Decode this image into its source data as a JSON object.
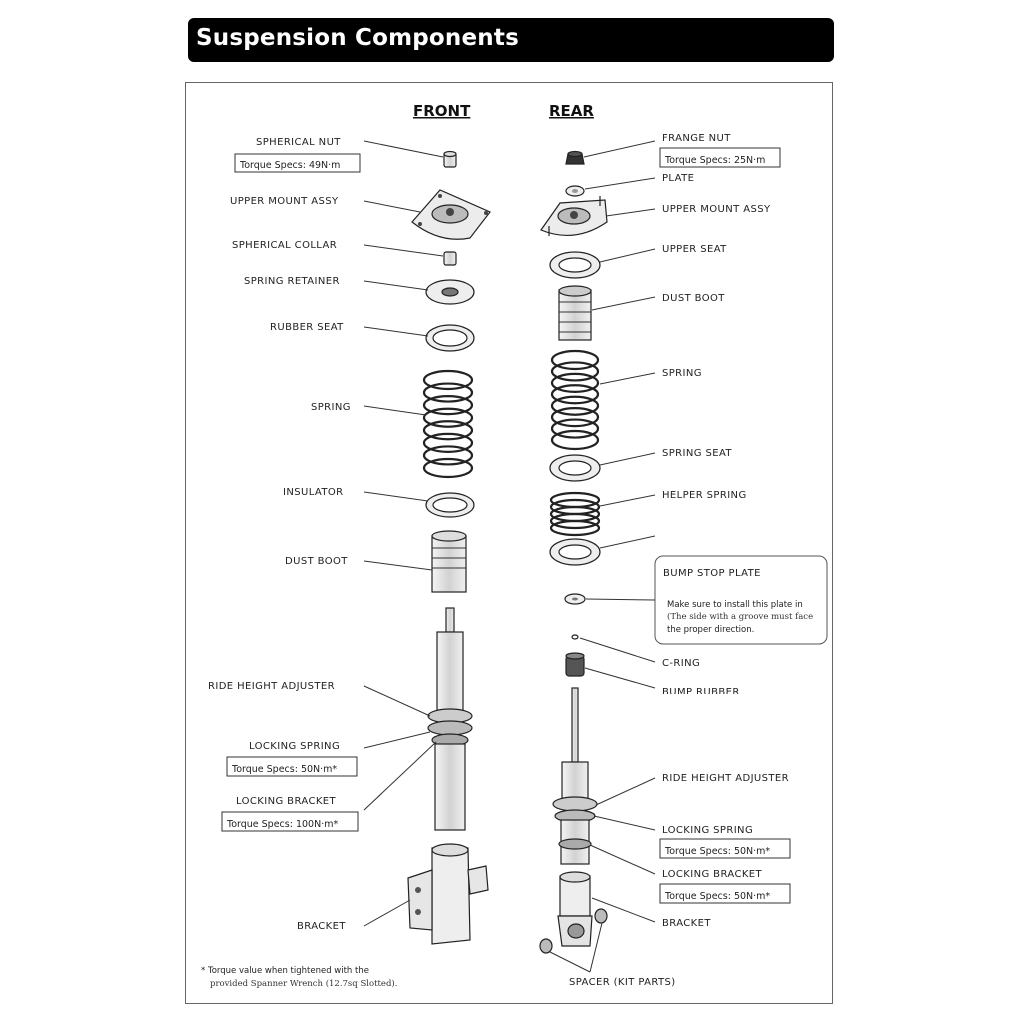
{
  "title": "Suspension Components",
  "columns": {
    "front": "FRONT",
    "rear": "REAR"
  },
  "front": {
    "spherical_nut": "SPHERICAL NUT",
    "spherical_nut_torque": "Torque Specs: 49N·m",
    "upper_mount_assy": "UPPER MOUNT ASSY",
    "spherical_collar": "SPHERICAL COLLAR",
    "spring_retainer": "SPRING RETAINER",
    "rubber_seat": "RUBBER SEAT",
    "spring": "SPRING",
    "insulator": "INSULATOR",
    "dust_boot": "DUST BOOT",
    "ride_height_adjuster": "RIDE HEIGHT ADJUSTER",
    "locking_spring": "LOCKING SPRING",
    "locking_spring_torque": "Torque Specs: 50N·m*",
    "locking_bracket": "LOCKING BRACKET",
    "locking_bracket_torque": "Torque Specs: 100N·m*",
    "bracket": "BRACKET"
  },
  "rear": {
    "frange_nut": "FRANGE NUT",
    "frange_nut_torque": "Torque Specs: 25N·m",
    "plate": "PLATE",
    "upper_mount_assy": "UPPER MOUNT ASSY",
    "upper_seat": "UPPER  SEAT",
    "dust_boot": "DUST BOOT",
    "spring": "SPRING",
    "spring_seat": "SPRING SEAT",
    "helper_spring": "HELPER SPRING",
    "bump_stop_plate": "BUMP STOP PLATE",
    "bump_stop_note_1": "Make sure to install this plate in",
    "bump_stop_note_2": "(The side with a groove must face",
    "bump_stop_note_3": "the proper direction.",
    "c_ring": "C-RING",
    "bump_rubber": "BUMP RUBBER",
    "ride_height_adjuster": "RIDE HEIGHT ADJUSTER",
    "locking_spring": "LOCKING SPRING",
    "locking_spring_torque": "Torque Specs: 50N·m*",
    "locking_bracket": "LOCKING BRACKET",
    "locking_bracket_torque": "Torque Specs: 50N·m*",
    "bracket": "BRACKET",
    "spacer": "SPACER (KIT PARTS)"
  },
  "footnote_1": "* Torque value when tightened with the",
  "footnote_2": "provided Spanner Wrench (12.7sq Slotted)."
}
